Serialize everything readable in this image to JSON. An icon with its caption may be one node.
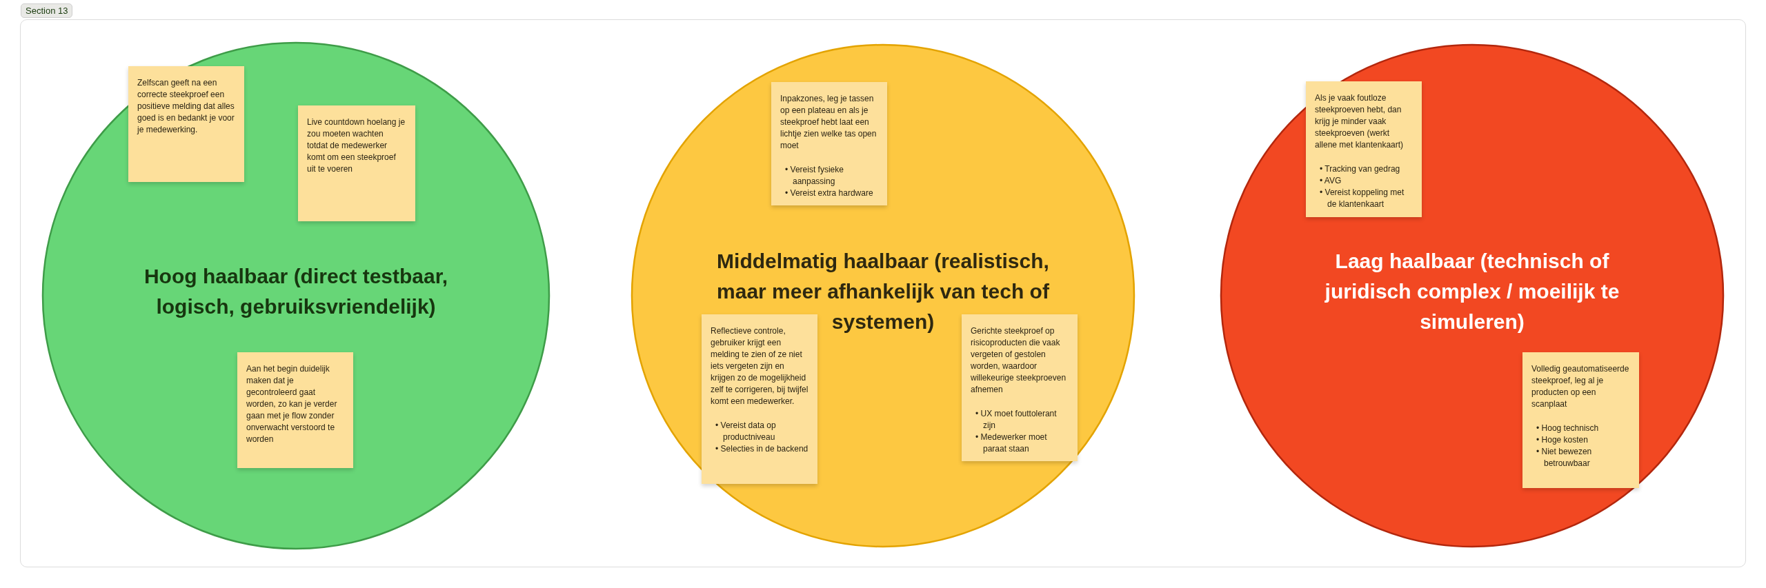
{
  "diagram": {
    "nodes": [
      {
        "text": [
          "Section 13"
        ]
      },
      {
        "text": [
          "Hoog haalbaar (direct testbaar, logisch, gebruiksvriendelijk)"
        ],
        "in": 0
      },
      {
        "text": [
          "Zelfscan geeft na een correcte steekproef een positieve melding dat alles goed is en bedankt je voor je medewerking."
        ],
        "in": 1
      },
      {
        "text": [
          "Live countdown hoelang je zou moeten wachten totdat de medewerker komt om een steekproef uit te voeren"
        ],
        "in": 1
      },
      {
        "text": [
          "Aan het begin duidelijk maken dat je gecontroleerd gaat worden, zo kan je verder gaan met je flow zonder onverwacht verstoord te worden"
        ],
        "in": 1
      },
      {
        "text": [
          "Middelmatig haalbaar (realistisch, maar meer afhankelijk van tech of systemen)"
        ],
        "in": 0
      },
      {
        "text": [
          "Inpakzones, leg je tassen op een plateau en als je steekproef hebt laat een lichtje zien welke tas open moet",
          "• Vereist fysieke aanpassing",
          "• Vereist extra hardware"
        ],
        "in": 5
      },
      {
        "text": [
          "Reflectieve controle, gebruiker krijgt een melding te zien of ze niet iets vergeten zijn en krijgen zo de mogelijkheid zelf te corrigeren, bij twijfel komt een medewerker.",
          "• Vereist data op productniveau",
          "• Selecties in de backend"
        ],
        "in": 5
      },
      {
        "text": [
          "Gerichte steekproef op risicoproducten die vaak vergeten of gestolen worden, waardoor willekeurige steekproeven afnemen",
          "• UX moet fouttolerant zijn",
          "• Medewerker moet paraat staan"
        ],
        "in": 5
      },
      {
        "text": [
          "Laag haalbaar (technisch of juridisch complex / moeilijk te simuleren)"
        ],
        "in": 0
      },
      {
        "text": [
          "Als je vaak foutloze steekproeven hebt, dan krijg je minder vaak steekproeven (werkt allene met klantenkaart)",
          "• Tracking van gedrag",
          "• AVG",
          "• Vereist koppeling met de klantenkaart"
        ],
        "in": 9
      },
      {
        "text": [
          "Volledig geautomatiseerde steekproef, leg al je producten op een scanplaat",
          "• Hoog technisch",
          "• Hoge kosten",
          "• Niet bewezen betrouwbaar"
        ],
        "in": 9
      }
    ]
  }
}
